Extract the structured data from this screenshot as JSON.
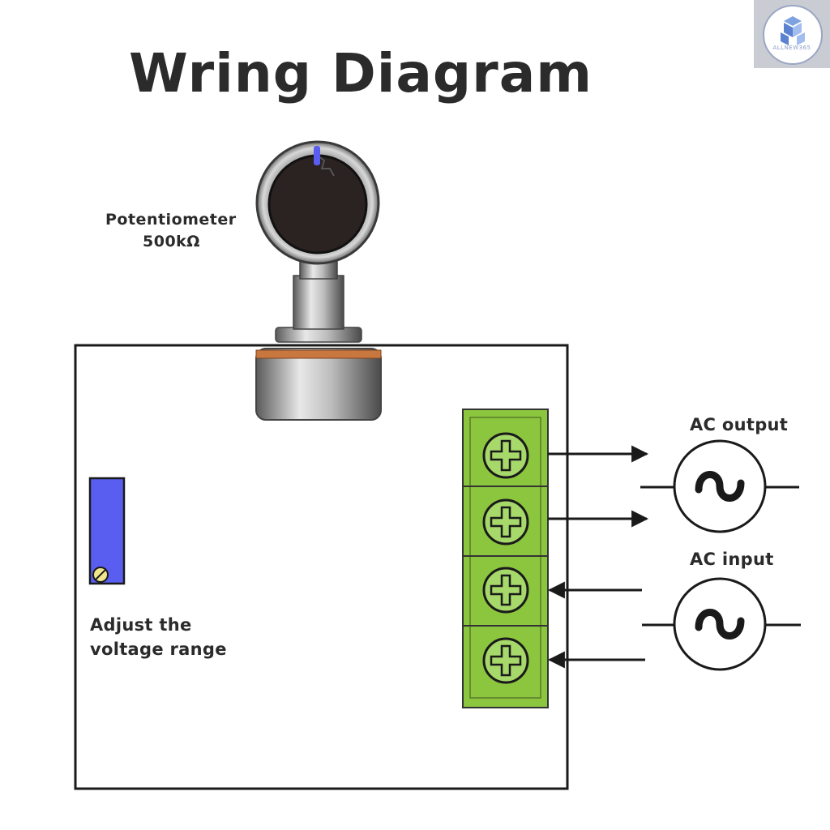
{
  "title": "Wring Diagram",
  "potentiometer": {
    "label_line1": "Potentiometer",
    "label_line2": "500kΩ",
    "icon": "potentiometer-knob-icon"
  },
  "adjust": {
    "label_line1": "Adjust the",
    "label_line2": "voltage range",
    "icon": "trimmer-screw-icon"
  },
  "ac_output": {
    "label": "AC output",
    "icon": "ac-source-icon"
  },
  "ac_input": {
    "label": "AC input",
    "icon": "ac-source-icon"
  },
  "terminal_block": {
    "terminals": 4,
    "color": "#8cc63f",
    "icon": "screw-terminal-icon"
  },
  "trimmer_color": "#5a5ef0",
  "logo": {
    "text": "ALLNEW365"
  }
}
